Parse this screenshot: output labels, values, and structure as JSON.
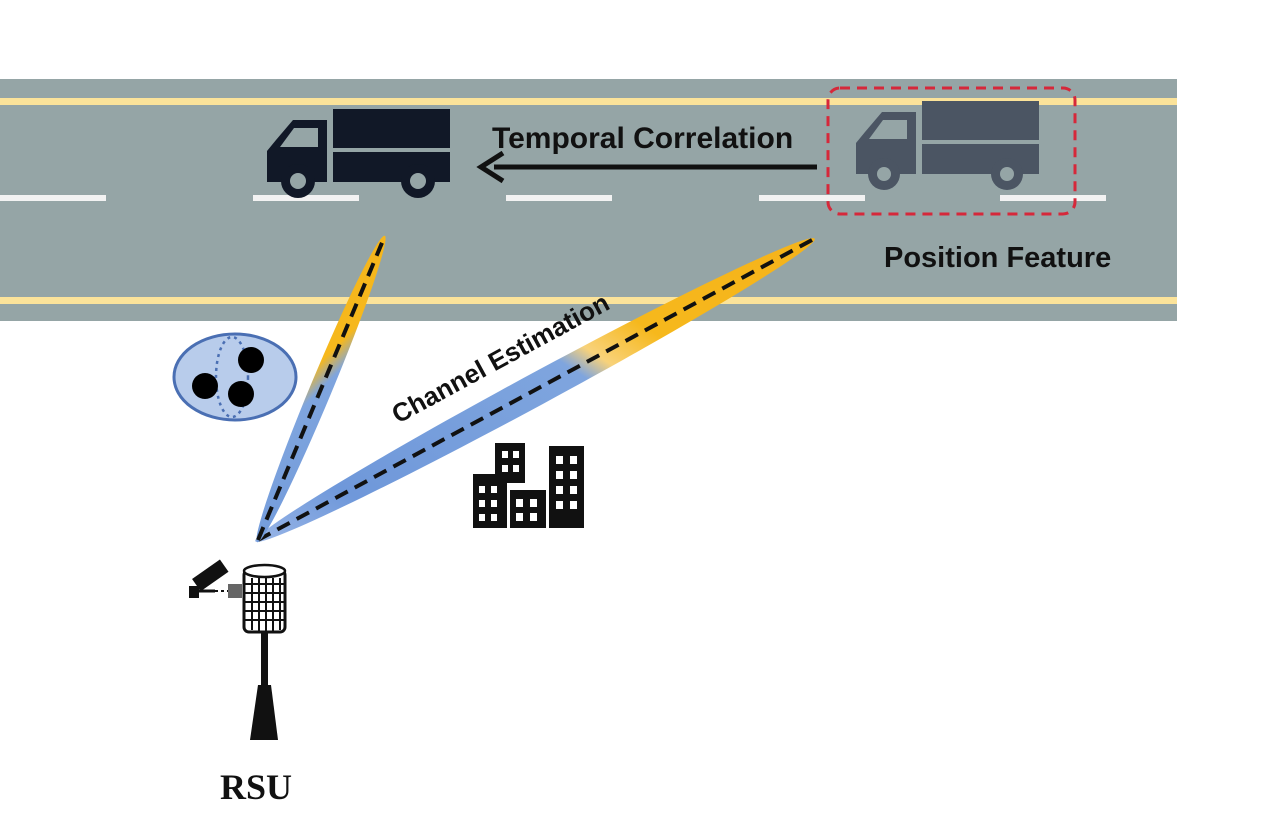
{
  "labels": {
    "temporal_correlation": "Temporal Correlation",
    "position_feature": "Position Feature",
    "channel_estimation": "Channel Estimation",
    "rsu": "RSU"
  },
  "colors": {
    "road": "#95A5A6",
    "road_edge_line": "#FBE39A",
    "lane_dash": "#F2F2F2",
    "truck_current": "#111827",
    "truck_future": "#4B5563",
    "feature_box": "#D6283A",
    "beam_yellow": "#F6B81C",
    "beam_blue": "#7FA5DE",
    "scatter_cluster": "#B8CCEB",
    "icon_black": "#111111"
  },
  "icons": [
    "truck-icon",
    "truck-icon",
    "buildings-icon",
    "camera-icon",
    "rsu-antenna-icon",
    "scatterer-cluster-icon"
  ]
}
